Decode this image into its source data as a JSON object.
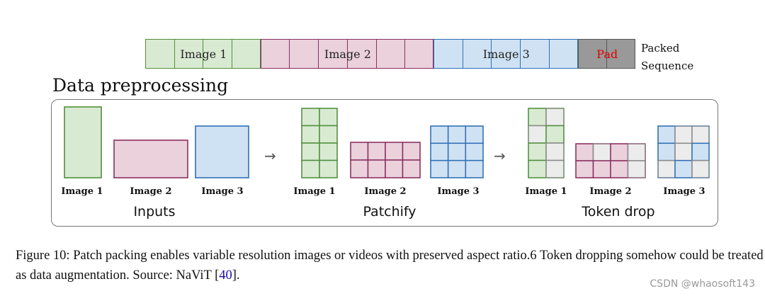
{
  "packed_sequence": {
    "segments": [
      {
        "label": "Image 1",
        "cells": 4,
        "fill": "#d9ead3",
        "stroke": "#4f8f3a",
        "text_color": "#222"
      },
      {
        "label": "Image 2",
        "cells": 6,
        "fill": "#ead1dc",
        "stroke": "#8b2f5f",
        "text_color": "#222"
      },
      {
        "label": "Image 3",
        "cells": 5,
        "fill": "#cfe2f3",
        "stroke": "#2f6fb5",
        "text_color": "#222"
      },
      {
        "label": "Pad",
        "cells": 2,
        "fill": "#999999",
        "stroke": "#555555",
        "text_color": "#e00000"
      }
    ],
    "caption_line1": "Packed",
    "caption_line2": "Sequence"
  },
  "section_title": "Data preprocessing",
  "stages": [
    {
      "title": "Inputs",
      "images": [
        {
          "label": "Image 1",
          "fill": "#d9ead3",
          "stroke": "#4f8f3a"
        },
        {
          "label": "Image 2",
          "fill": "#ead1dc",
          "stroke": "#8b2f5f"
        },
        {
          "label": "Image 3",
          "fill": "#cfe2f3",
          "stroke": "#2f6fb5"
        }
      ]
    },
    {
      "title": "Patchify",
      "images": [
        {
          "label": "Image 1",
          "rows": 4,
          "cols": 2,
          "fill": "#d9ead3",
          "stroke": "#4f8f3a"
        },
        {
          "label": "Image 2",
          "rows": 2,
          "cols": 4,
          "fill": "#ead1dc",
          "stroke": "#8b2f5f"
        },
        {
          "label": "Image 3",
          "rows": 3,
          "cols": 3,
          "fill": "#cfe2f3",
          "stroke": "#2f6fb5"
        }
      ]
    },
    {
      "title": "Token drop",
      "images": [
        {
          "label": "Image 1",
          "rows": 4,
          "cols": 2,
          "fill": "#d9ead3",
          "stroke": "#4f8f3a",
          "dropped": [
            [
              0,
              1
            ],
            [
              1,
              0
            ],
            [
              2,
              1
            ],
            [
              3,
              1
            ]
          ]
        },
        {
          "label": "Image 2",
          "rows": 2,
          "cols": 4,
          "fill": "#ead1dc",
          "stroke": "#8b2f5f",
          "dropped": [
            [
              0,
              1
            ],
            [
              0,
              3
            ],
            [
              1,
              3
            ]
          ]
        },
        {
          "label": "Image 3",
          "rows": 3,
          "cols": 3,
          "fill": "#cfe2f3",
          "stroke": "#2f6fb5",
          "dropped": [
            [
              0,
              1
            ],
            [
              0,
              2
            ],
            [
              1,
              1
            ],
            [
              2,
              0
            ],
            [
              2,
              2
            ]
          ]
        }
      ]
    }
  ],
  "arrow_glyph": "→",
  "caption": {
    "text_before": "Figure 10: Patch packing enables variable resolution images or videos with preserved aspect ratio.6 Token dropping somehow could be treated as data augmentation. Source: NaViT [",
    "citation": "40",
    "text_after": "]."
  },
  "watermark": "CSDN @whaosoft143",
  "colors": {
    "dropped_fill": "#ececec",
    "dropped_stroke": "#8a8a8a"
  }
}
